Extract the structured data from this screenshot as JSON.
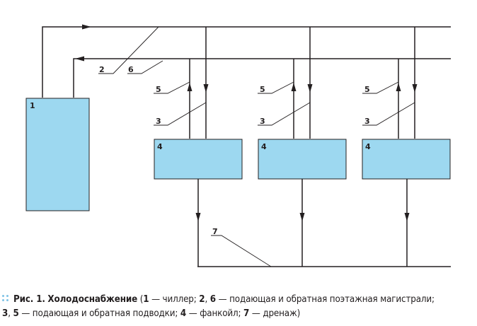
{
  "colors": {
    "unit_fill": "#9dd8f0",
    "line": "#231f20",
    "accent": "#7fc3e6"
  },
  "labels": {
    "chiller": "1",
    "supply_main": "2",
    "return_main": "6",
    "fancoil": "4",
    "return_branch": "5",
    "supply_branch": "3",
    "drain": "7"
  },
  "caption": {
    "fig": "Рис. 1.",
    "title": "Холодоснабжение",
    "p_open": "(",
    "n1": "1",
    "t1": "— чиллер;",
    "n2": "2",
    "comma1": ",",
    "n6": "6",
    "t2": "— подающая и обратная поэтажная магистрали;",
    "n3": "3",
    "comma2": ",",
    "n5": "5",
    "t3": "— подающая и обратная подводки;",
    "n4": "4",
    "t4": "— фанкойл;",
    "n7": "7",
    "t5": "— дренаж)"
  }
}
